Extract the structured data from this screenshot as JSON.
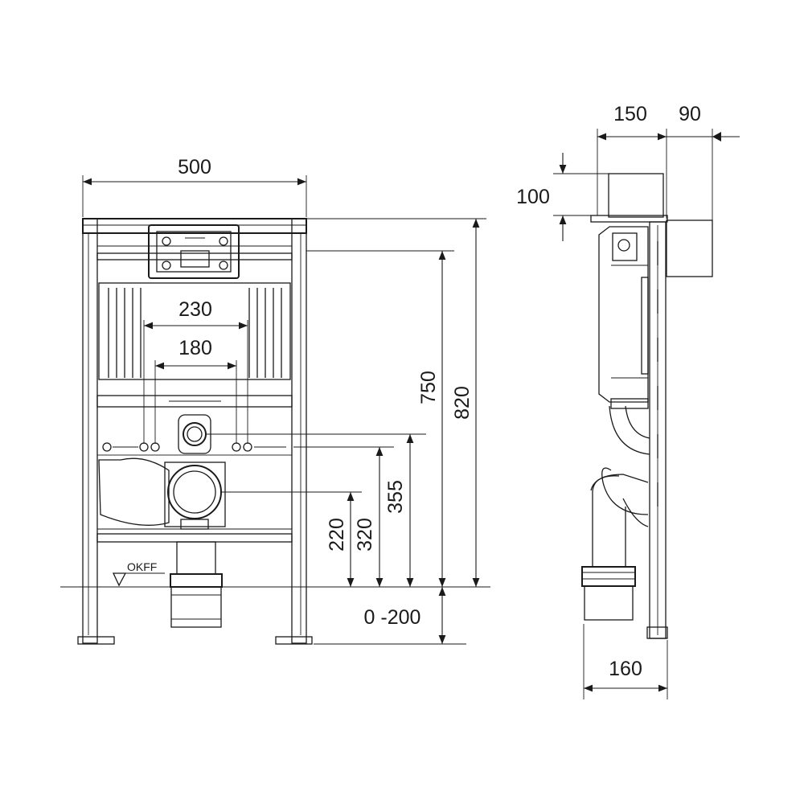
{
  "dimensions": {
    "front_width": "500",
    "pipe_spacing_outer": "230",
    "pipe_spacing_inner": "180",
    "height_750": "750",
    "height_820": "820",
    "height_355": "355",
    "height_320": "320",
    "height_220": "220",
    "floor_adjust": "0 -200",
    "side_150": "150",
    "side_90": "90",
    "side_100": "100",
    "side_160": "160"
  },
  "reference": {
    "floor_level": "OKFF"
  }
}
